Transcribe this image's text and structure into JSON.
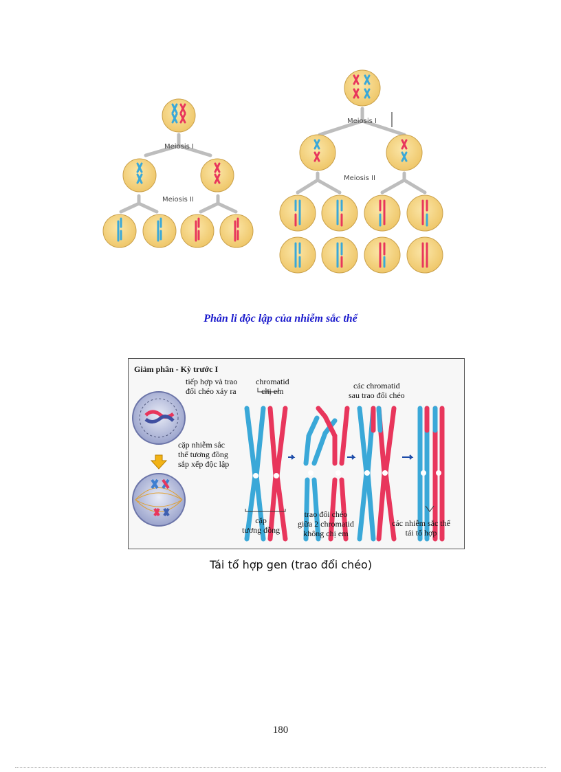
{
  "figure1": {
    "left_diagram": {
      "meiosis1_label": "Meiosis I",
      "meiosis2_label": "Meiosis II"
    },
    "right_diagram": {
      "meiosis1_label": "Meiosis I",
      "meiosis2_label": "Meiosis II"
    }
  },
  "caption1": "Phân li độc lập của nhiễm sắc thể",
  "figure2": {
    "title": "Giảm phân - Kỳ trước I",
    "label_synapsis": [
      "tiếp hợp và trao",
      "đổi chéo xảy ra"
    ],
    "label_homologs_align": [
      "cặp nhiễm sắc",
      "thể tương đồng",
      "sắp xếp độc lập"
    ],
    "label_sister_chromatid": [
      "chromatid",
      "chị em"
    ],
    "label_after_crossover": [
      "các chromatid",
      "sau trao đổi chéo"
    ],
    "label_homolog_pair": [
      "cặp",
      "tương đồng"
    ],
    "label_crossover": [
      "trao đổi chéo",
      "giữa 2 chromatid",
      "không chị em"
    ],
    "label_recombinant": [
      "các nhiễm sắc thể",
      "tái tổ hợp"
    ]
  },
  "caption2": "Tái tổ hợp gen (trao đổi chéo)",
  "page_number": "180",
  "colors": {
    "cell_fill": "#f6d58a",
    "cell_stroke": "#c9a04a",
    "blue": "#3aa8d8",
    "red": "#e8365c",
    "caption_blue": "#1a1acc"
  }
}
